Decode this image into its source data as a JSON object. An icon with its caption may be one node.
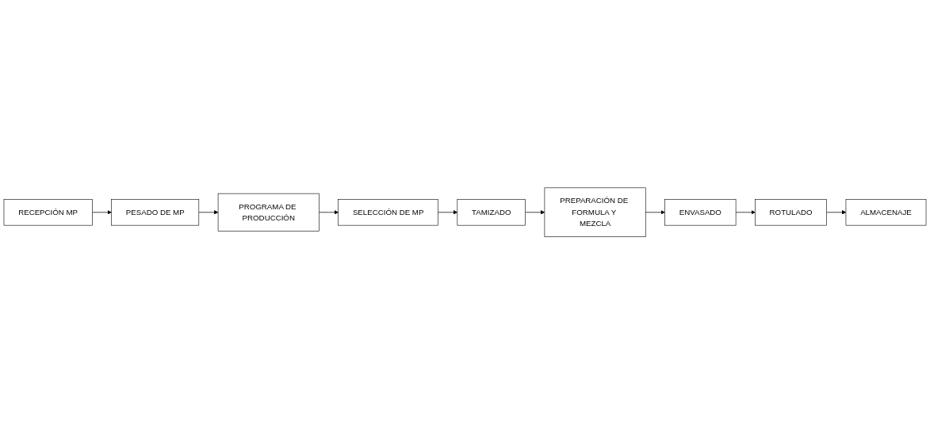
{
  "diagram": {
    "nodes": [
      {
        "text": [
          "RECEPCIÓN MP"
        ]
      },
      {
        "text": [
          "PESADO DE MP"
        ]
      },
      {
        "text": [
          "PROGRAMA DE PRODUCCIÓN"
        ]
      },
      {
        "text": [
          "SELECCIÓN DE MP"
        ]
      },
      {
        "text": [
          "TAMIZADO"
        ]
      },
      {
        "text": [
          "PREPARACIÓN DE FORMULA Y MEZCLA"
        ]
      },
      {
        "text": [
          "ENVASADO"
        ]
      },
      {
        "text": [
          "ROTULADO"
        ]
      },
      {
        "text": [
          "ALMACENAJE"
        ]
      }
    ],
    "edges": [
      {
        "from": 0,
        "to": 1,
        "arrow": "to"
      },
      {
        "from": 1,
        "to": 2,
        "arrow": "to"
      },
      {
        "from": 2,
        "to": 3,
        "arrow": "to"
      },
      {
        "from": 3,
        "to": 4,
        "arrow": "to"
      },
      {
        "from": 4,
        "to": 5,
        "arrow": "to"
      },
      {
        "from": 5,
        "to": 6,
        "arrow": "to"
      },
      {
        "from": 6,
        "to": 7,
        "arrow": "to"
      },
      {
        "from": 7,
        "to": 8,
        "arrow": "to"
      }
    ]
  }
}
